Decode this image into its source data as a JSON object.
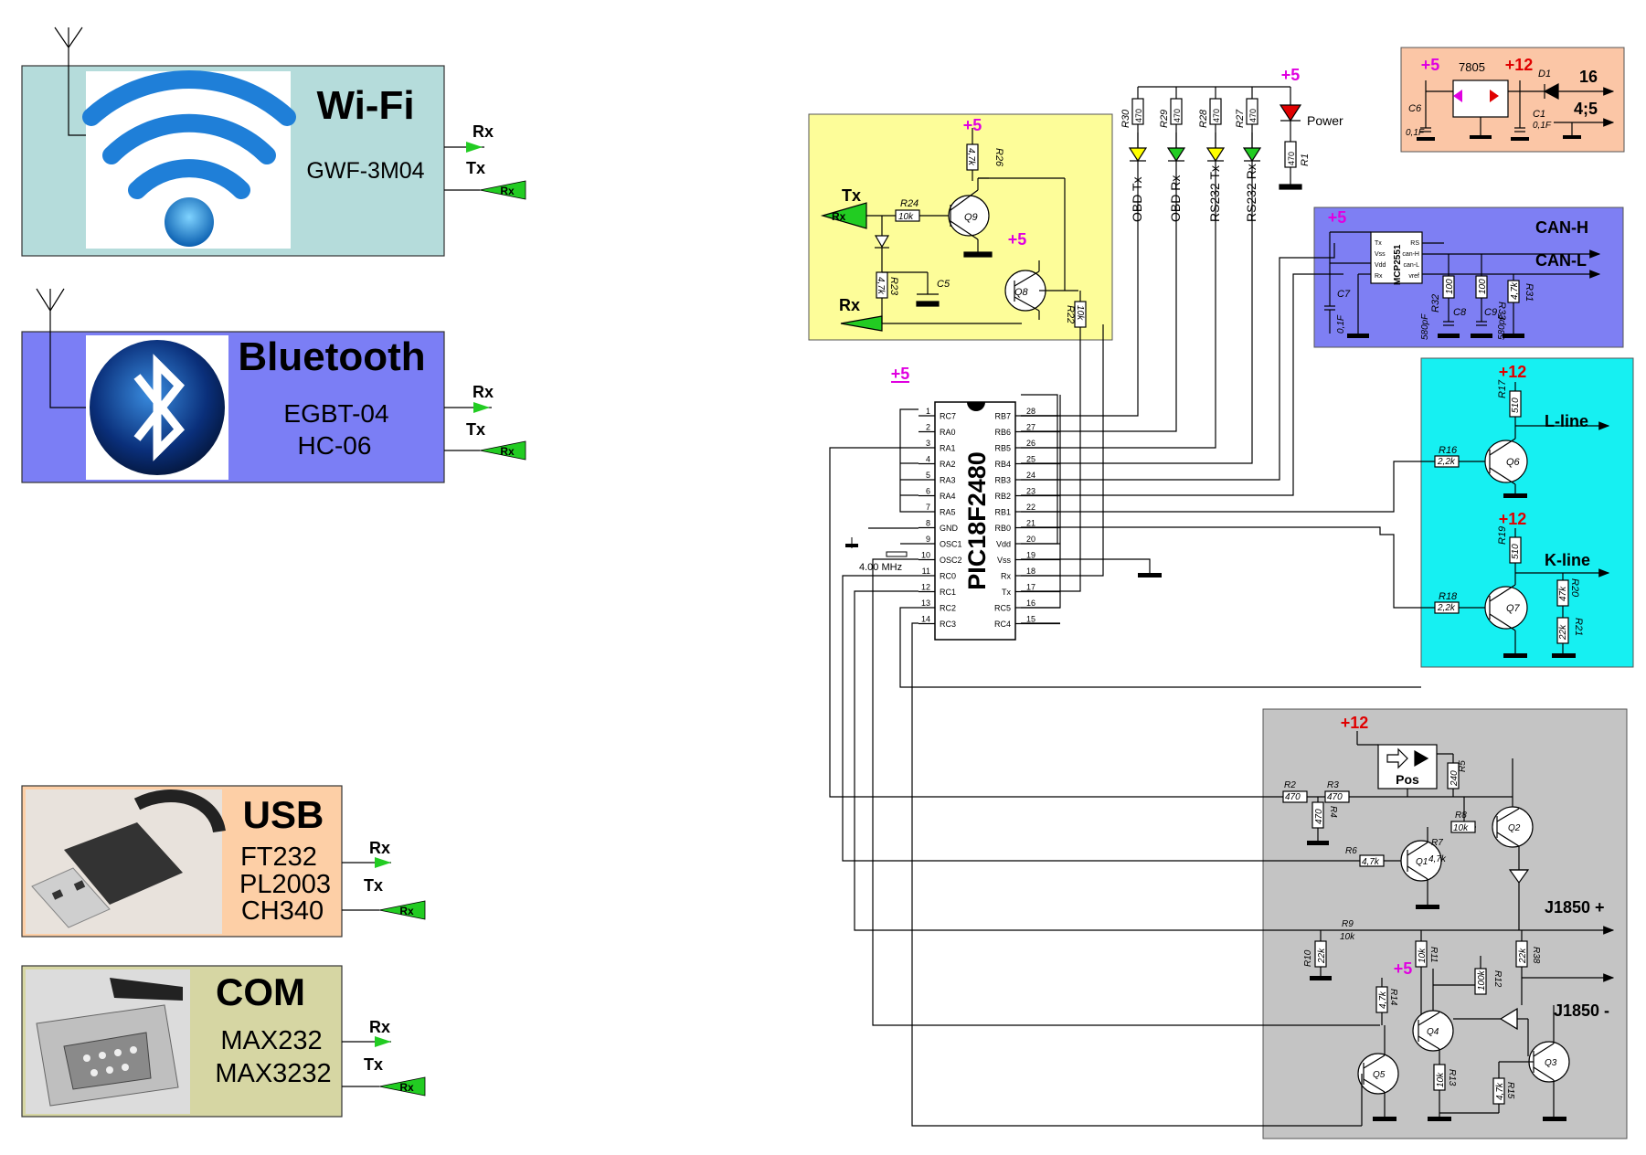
{
  "modules": {
    "wifi": {
      "title": "Wi-Fi",
      "model": "GWF-3M04",
      "bg": "#b5dcdb"
    },
    "bluetooth": {
      "title": "Bluetooth",
      "model1": "EGBT-04",
      "model2": "HC-06",
      "bg": "#7b7ef5"
    },
    "usb": {
      "title": "USB",
      "chip1": "FT232",
      "chip2": "PL2003",
      "chip3": "CH340",
      "bg": "#fdcfa6"
    },
    "com": {
      "title": "COM",
      "chip1": "MAX232",
      "chip2": "MAX3232",
      "bg": "#d6d6a3"
    }
  },
  "signals": {
    "rx": "Rx",
    "tx": "Tx"
  },
  "power": {
    "p5": "+5",
    "p12": "+12",
    "p5_color": "#e000e0",
    "p12_color": "#e00000"
  },
  "mcu": {
    "name": "PIC18F2480",
    "left_pins": [
      "RC7",
      "RA0",
      "RA1",
      "RA2",
      "RA3",
      "RA4",
      "RA5",
      "GND",
      "OSC1",
      "OSC2",
      "RC0",
      "RC1",
      "RC2",
      "RC3"
    ],
    "left_nums": [
      "1",
      "2",
      "3",
      "4",
      "5",
      "6",
      "7",
      "8",
      "9",
      "10",
      "11",
      "12",
      "13",
      "14"
    ],
    "right_pins": [
      "RB7",
      "RB6",
      "RB5",
      "RB4",
      "RB3",
      "RB2",
      "RB1",
      "RB0",
      "Vdd",
      "Vss",
      "Rx",
      "Tx",
      "RC5",
      "RC4"
    ],
    "right_nums": [
      "28",
      "27",
      "26",
      "25",
      "24",
      "23",
      "22",
      "21",
      "20",
      "19",
      "18",
      "17",
      "16",
      "15"
    ],
    "crystal": "4.00 MHz"
  },
  "uart_block": {
    "bg": "#fdfd99",
    "tx": "Tx",
    "rx": "Rx",
    "rx_tag": "Rx",
    "r24": "R24",
    "r24v": "10k",
    "q9": "Q9",
    "r26": "R26",
    "r26v": "4,7k",
    "r23": "R23",
    "r23v": "4,7k",
    "c5": "C5",
    "q8": "Q8",
    "r22": "R22",
    "r22v": "10k"
  },
  "leds": {
    "resistors": [
      "R30",
      "R29",
      "R28",
      "R27"
    ],
    "value": "470",
    "labels": [
      "OBD Tx",
      "OBD Rx",
      "RS232 Tx",
      "RS232 Rx"
    ],
    "power_label": "Power",
    "r1": "R1",
    "r1v": "470"
  },
  "regulator": {
    "bg": "#fbc6a6",
    "chip": "7805",
    "c6": "C6",
    "c6v": "0,1F",
    "c1": "C1",
    "c1v": "0,1F",
    "d1": "D1",
    "pin16": "16",
    "pin45": "4;5"
  },
  "can": {
    "bg": "#7e7ff3",
    "chip": "MCP2551",
    "pins_left": [
      "Tx",
      "Vss",
      "Vdd",
      "Rx"
    ],
    "pins_right": [
      "RS",
      "can-H",
      "can-L",
      "vref"
    ],
    "can_h": "CAN-H",
    "can_l": "CAN-L",
    "c7": "C7",
    "c7v": "0,1F",
    "r32": "R32",
    "r32v": "580pF",
    "c8": "C8",
    "c8v": "100",
    "r33": "R33",
    "r33v": "100",
    "c9": "C9",
    "c9v": "580pF",
    "r31": "R31",
    "r31v": "4,7k"
  },
  "kline": {
    "bg": "#16f0f2",
    "l_line": "L-line",
    "k_line": "K-line",
    "r17": "R17",
    "r17v": "510",
    "r16": "R16",
    "r16v": "2,2k",
    "q6": "Q6",
    "r19": "R19",
    "r19v": "510",
    "r18": "R18",
    "r18v": "2,2k",
    "q7": "Q7",
    "r20": "R20",
    "r20v": "47k",
    "r21": "R21",
    "r21v": "22k"
  },
  "j1850": {
    "bg": "#c4c4c4",
    "plus": "J1850 +",
    "minus": "J1850 -",
    "pos": "Pos",
    "r5": "R5",
    "r5v": "240",
    "r2": "R2",
    "r2v": "470",
    "r3": "R3",
    "r3v": "470",
    "r4": "R4",
    "r4v": "470",
    "r8": "R8",
    "r8v": "10k",
    "r7": "R7",
    "r7v": "4,7k",
    "r6": "R6",
    "r6v": "4,7k",
    "q1": "Q1",
    "q2": "Q2",
    "r9": "R9",
    "r9v": "10k",
    "r10": "R10",
    "r10v": "22k",
    "r11": "R11",
    "r11v": "10k",
    "r38": "R38",
    "r38v": "22k",
    "r14": "R14",
    "r14v": "4,7k",
    "r12": "R12",
    "r12v": "100k",
    "q4": "Q4",
    "q5": "Q5",
    "q3": "Q3",
    "r13": "R13",
    "r13v": "10k",
    "r15": "R15",
    "r15v": "4,7k"
  }
}
